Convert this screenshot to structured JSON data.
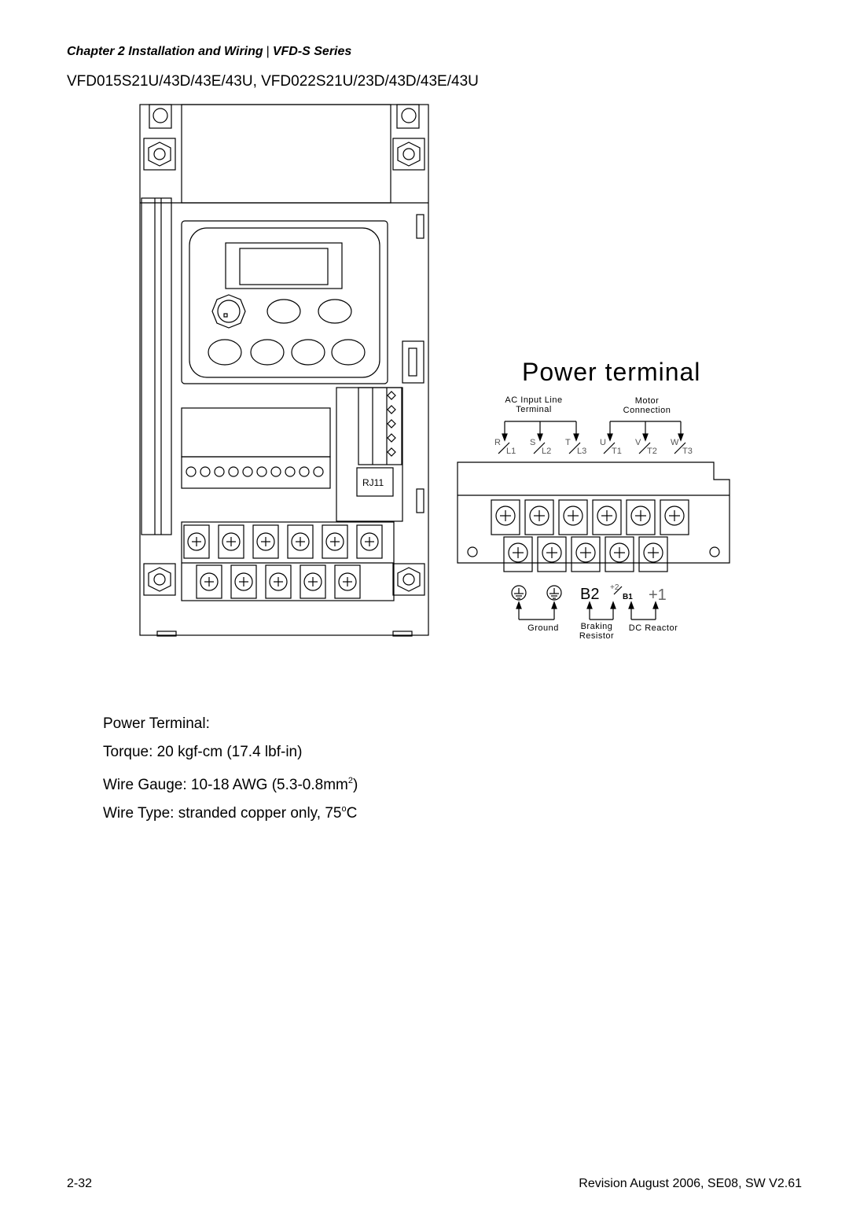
{
  "header": {
    "chapter": "Chapter 2 Installation and Wiring",
    "separator": "|",
    "series": "VFD-S Series"
  },
  "models": "VFD015S21U/43D/43E/43U, VFD022S21U/23D/43D/43E/43U",
  "drive": {
    "connector_label": "RJ11"
  },
  "power_terminal": {
    "title": "Power terminal",
    "ac_input_line_1": "AC Input Line",
    "ac_input_line_2": "Terminal",
    "motor_1": "Motor",
    "motor_2": "Connection",
    "terminals_top": [
      "R",
      "S",
      "T",
      "U",
      "V",
      "W"
    ],
    "terminals_bottom": [
      "L1",
      "L2",
      "L3",
      "T1",
      "T2",
      "T3"
    ],
    "b2": "B2",
    "plus2": "+2",
    "b1": "B1",
    "plus1": "+1",
    "ground": "Ground",
    "braking_1": "Braking",
    "braking_2": "Resistor",
    "dc_reactor": "DC Reactor"
  },
  "specs": {
    "heading": "Power Terminal:",
    "torque": "Torque: 20 kgf-cm (17.4 lbf-in)",
    "wire_gauge": "Wire Gauge: 10-18 AWG (5.3-0.8mm",
    "wire_gauge_sup": "2",
    "wire_gauge_end": ")",
    "wire_type": "Wire Type: stranded copper only, 75",
    "wire_type_sup": "o",
    "wire_type_end": "C"
  },
  "footer": {
    "page": "2-32",
    "revision": "Revision August 2006, SE08, SW V2.61"
  }
}
